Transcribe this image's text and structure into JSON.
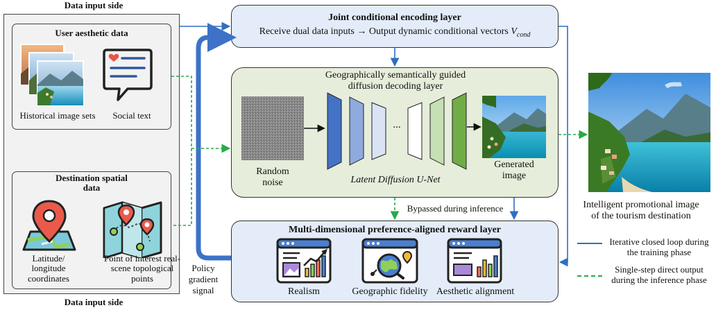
{
  "left_panel": {
    "top_title": "Data input side",
    "bottom_title": "Data input side",
    "user_box": {
      "title": "User aesthetic data",
      "items": [
        "Historical image sets",
        "Social text"
      ]
    },
    "dest_box": {
      "title_line1": "Destination spatial",
      "title_line2": "data",
      "item1_line1": "Latitude/",
      "item1_line2": "longitude",
      "item1_line3": "coordinates",
      "item2_line1": "Point of interest real-",
      "item2_line2": "scene topological",
      "item2_line3": "points"
    }
  },
  "encoding_layer": {
    "title": "Joint conditional encoding layer",
    "subtitle": "Receive dual data inputs → Output dynamic conditional vectors",
    "var_main": "V",
    "var_sub": "cond"
  },
  "diffusion_layer": {
    "title_line1": "Geographically semantically guided",
    "title_line2": "diffusion decoding layer",
    "noise_line1": "Random",
    "noise_line2": "noise",
    "unet_label": "Latent Diffusion U-Net",
    "ellipsis": "...",
    "generated_line1": "Generated",
    "generated_line2": "image"
  },
  "reward_layer": {
    "title": "Multi-dimensional preference-aligned reward layer",
    "items": [
      "Realism",
      "Geographic fidelity",
      "Aesthetic alignment"
    ]
  },
  "bypass_label": "Bypassed during inference",
  "policy_label": [
    "Policy",
    "gradient",
    "signal"
  ],
  "output_caption": [
    "Intelligent promotional image",
    "of the tourism destination"
  ],
  "legend": {
    "solid": [
      "Iterative closed loop during",
      "the training phase"
    ],
    "dashed": [
      "Single-step direct output",
      "during the inference phase"
    ]
  },
  "colors": {
    "blue_arrow": "#2e6fc0",
    "green_dashed": "#2aa84a",
    "encoding_fill": "#e3ecf8",
    "diffusion_fill": "#e6eddb",
    "reward_fill": "#e3ecf8",
    "unet_blocks": [
      "#4472c4",
      "#8faadc",
      "#dae3f3",
      "#ffffff",
      "#c5e0b4",
      "#a9d18e",
      "#70ad47"
    ]
  }
}
